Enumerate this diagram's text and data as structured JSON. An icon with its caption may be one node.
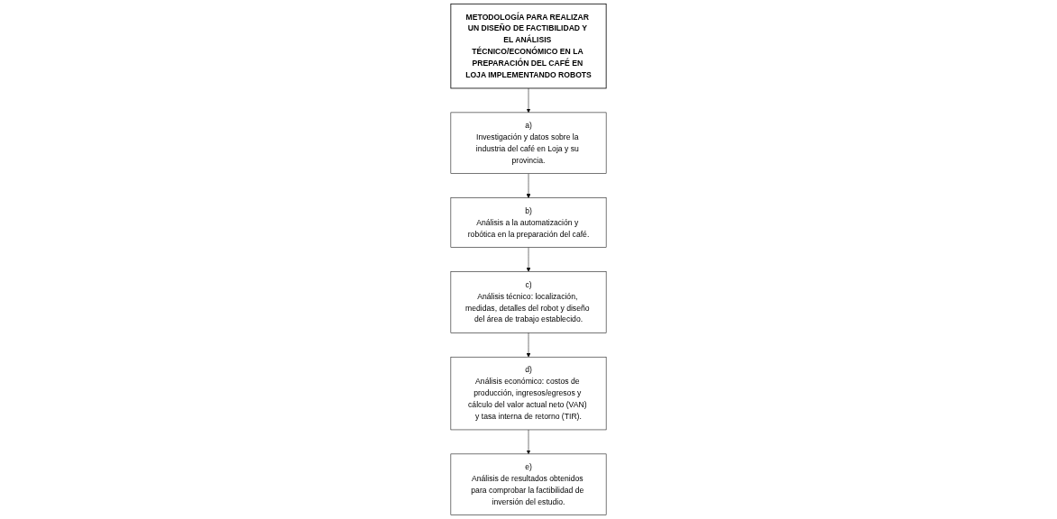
{
  "diagram": {
    "nodes": [
      {
        "text": [
          "METODOLOGÍA PARA REALIZAR UN DISEÑO DE FACTIBILIDAD Y EL ANÁLISIS TÉCNICO/ECONÓMICO EN LA PREPARACIÓN DEL CAFÉ EN LOJA IMPLEMENTANDO ROBOTS"
        ]
      },
      {
        "text": [
          "a)",
          "Investigación y datos sobre la industria del café en Loja y su provincia."
        ]
      },
      {
        "text": [
          "b)",
          "Análisis a la automatización y robótica en la preparación del café."
        ]
      },
      {
        "text": [
          "c)",
          "Análisis técnico: localización, medidas, detalles del robot y diseño del área de trabajo establecido."
        ]
      },
      {
        "text": [
          "d)",
          "Análisis económico: costos de producción, ingresos/egresos y cálculo del valor actual neto (VAN) y tasa interna de retorno (TIR)."
        ]
      },
      {
        "text": [
          "e)",
          "Análisis de resultados obtenidos para comprobar la factibilidad de inversión del estudio."
        ]
      }
    ],
    "edges": [
      {
        "from": 0,
        "to": 1,
        "arrow": "to"
      },
      {
        "from": 1,
        "to": 2,
        "arrow": "to"
      },
      {
        "from": 2,
        "to": 3,
        "arrow": "to"
      },
      {
        "from": 3,
        "to": 4,
        "arrow": "to"
      },
      {
        "from": 4,
        "to": 5,
        "arrow": "to"
      }
    ]
  }
}
